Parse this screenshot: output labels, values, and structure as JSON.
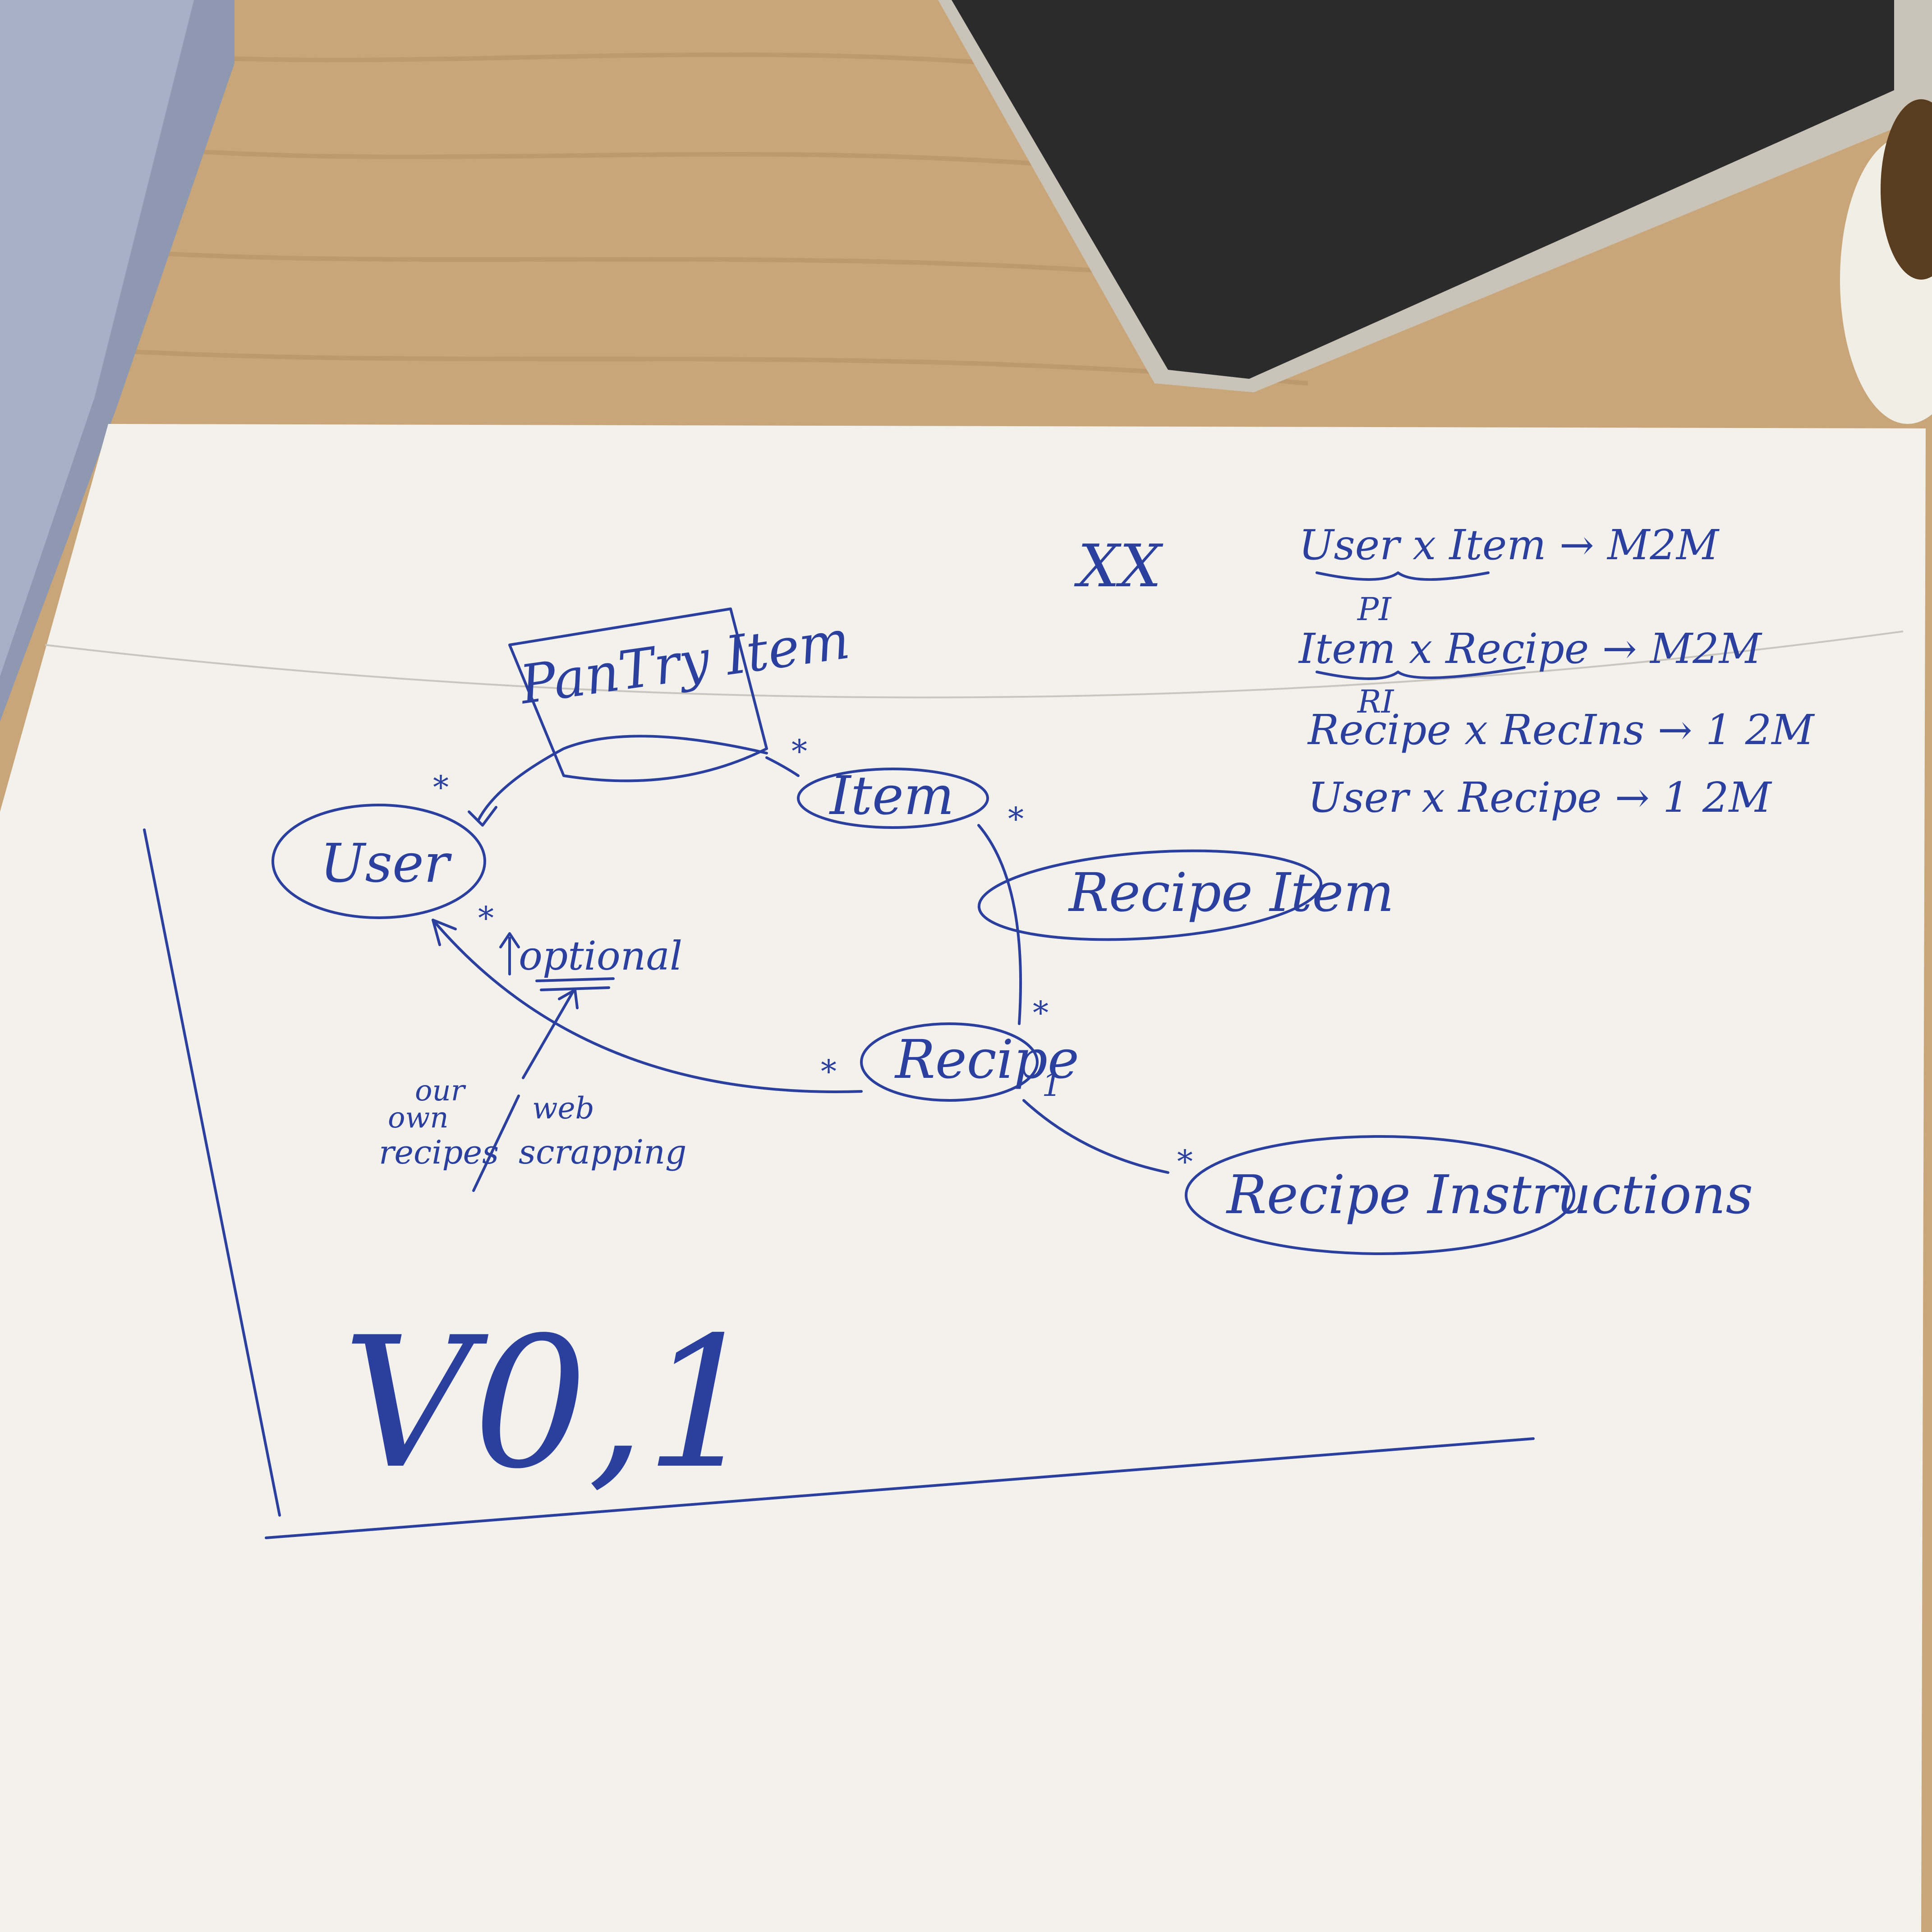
{
  "title_mark": "XX",
  "relations": [
    {
      "text": "User x Item → M2M",
      "sub": "PI"
    },
    {
      "text": "Item x Recipe → M2M",
      "sub": "RI"
    },
    {
      "text": "Recipe x RecIns → 1 2M",
      "sub": ""
    },
    {
      "text": "User x Recipe → 1 2M",
      "sub": ""
    }
  ],
  "nodes": {
    "pantry_item": "PanTry Item",
    "item": "Item",
    "user": "User",
    "recipe_item": "Recipe Item",
    "recipe": "Recipe",
    "recipe_instruction": "Recipe Instructions"
  },
  "labels": {
    "optional": "optional",
    "own_recipes": [
      "our",
      "own",
      "recipes"
    ],
    "web_scraping": [
      "web",
      "scrapping"
    ]
  },
  "cardinality": {
    "pantry_user": "*",
    "pantry_item": "*",
    "item_recipe_top": "*",
    "item_recipe_bottom": "*",
    "user_recipe_user": "*",
    "user_recipe_recipe": "*",
    "recipe_ins_recipe": "1",
    "recipe_ins_ins": "*"
  },
  "version": "V0,1",
  "colors": {
    "ink": "#2a3f9e",
    "paper": "#f3f1ec",
    "desk": "#c8a57a",
    "tablet": "#2b2b2b"
  }
}
